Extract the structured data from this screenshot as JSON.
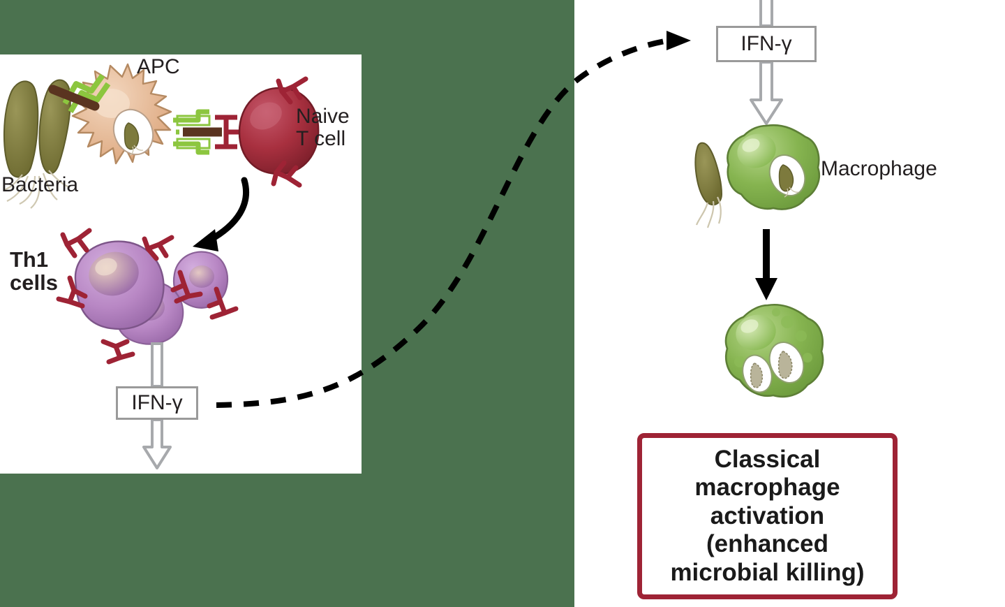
{
  "figure": {
    "title": "Classical macrophage activation pathway",
    "background_color": "#4b724f",
    "panel_color": "#ffffff"
  },
  "labels": {
    "apc": "APC",
    "bacteria": "Bacteria",
    "naive_t_cell": "Naive\nT cell",
    "th1_cells": "Th1\ncells",
    "macrophage": "Macrophage"
  },
  "cytokine_boxes": {
    "left": "IFN-γ",
    "right": "IFN-γ"
  },
  "outcome_box": {
    "text": "Classical\nmacrophage\nactivation\n(enhanced\nmicrobial killing)",
    "border_color": "#9e2335"
  },
  "colors": {
    "bacteria": "#7d7a3d",
    "apc_body": "#e3b894",
    "naive_t_cell": "#a82f3c",
    "th1_cell": "#b887c4",
    "macrophage": "#7fae4a",
    "tcr_receptor": "#9e2335",
    "mhc": "#8cc63f",
    "peptide": "#5a3420",
    "grey_arrow": "#a7a9ac",
    "black_arrow": "#000000",
    "cytokine_box_border": "#9a9a9a"
  },
  "arrows": {
    "naive_to_th1": "black curved arrow",
    "th1_to_ifn": "grey block arrow",
    "ifn_left_down": "grey block arrow",
    "ifn_to_macrophage": "grey block arrow",
    "macrophage_to_activated": "black straight arrow",
    "ifn_relay": "black dashed curved arrow"
  },
  "icons": {
    "bacteria": "bacteria-icon",
    "apc": "dendritic-cell-icon",
    "naive_t_cell": "t-cell-icon",
    "th1_cells": "th1-cell-cluster-icon",
    "macrophage": "macrophage-icon",
    "activated_macrophage": "activated-macrophage-icon"
  }
}
